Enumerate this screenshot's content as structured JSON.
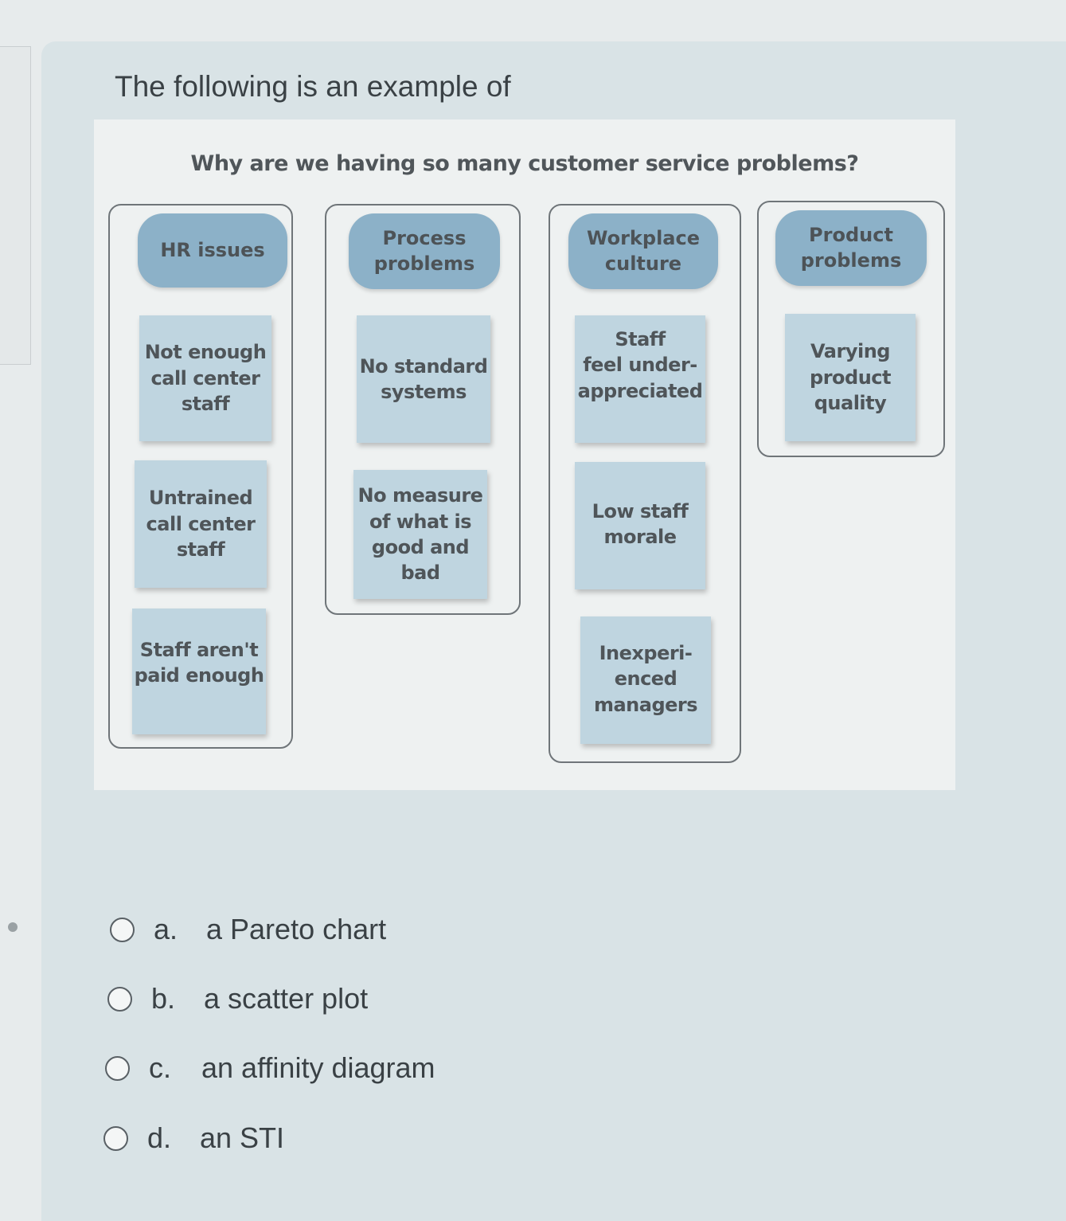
{
  "question": "The following is an example of",
  "diagram": {
    "title": "Why are we having so many customer service problems?",
    "groups": [
      {
        "header": "HR issues",
        "notes": [
          "Not enough\ncall center\nstaff",
          "Untrained\ncall center\nstaff",
          "Staff aren't\npaid enough"
        ]
      },
      {
        "header": "Process\nproblems",
        "notes": [
          "No standard\nsystems",
          "No measure\nof what is\ngood and\nbad"
        ]
      },
      {
        "header": "Workplace\nculture",
        "notes": [
          "Staff\nfeel under-\nappreciated",
          "Low staff\nmorale",
          "Inexperi-\nenced\nmanagers"
        ]
      },
      {
        "header": "Product\nproblems",
        "notes": [
          "Varying\nproduct\nquality"
        ]
      }
    ]
  },
  "options": [
    {
      "letter": "a.",
      "text": "a Pareto chart"
    },
    {
      "letter": "b.",
      "text": "a scatter plot"
    },
    {
      "letter": "c.",
      "text": "an affinity diagram"
    },
    {
      "letter": "d.",
      "text": "an STI"
    }
  ],
  "colors": {
    "header_fill": "#8cb1c8",
    "note_fill": "#bfd5e0",
    "background": "#d9e3e6"
  }
}
